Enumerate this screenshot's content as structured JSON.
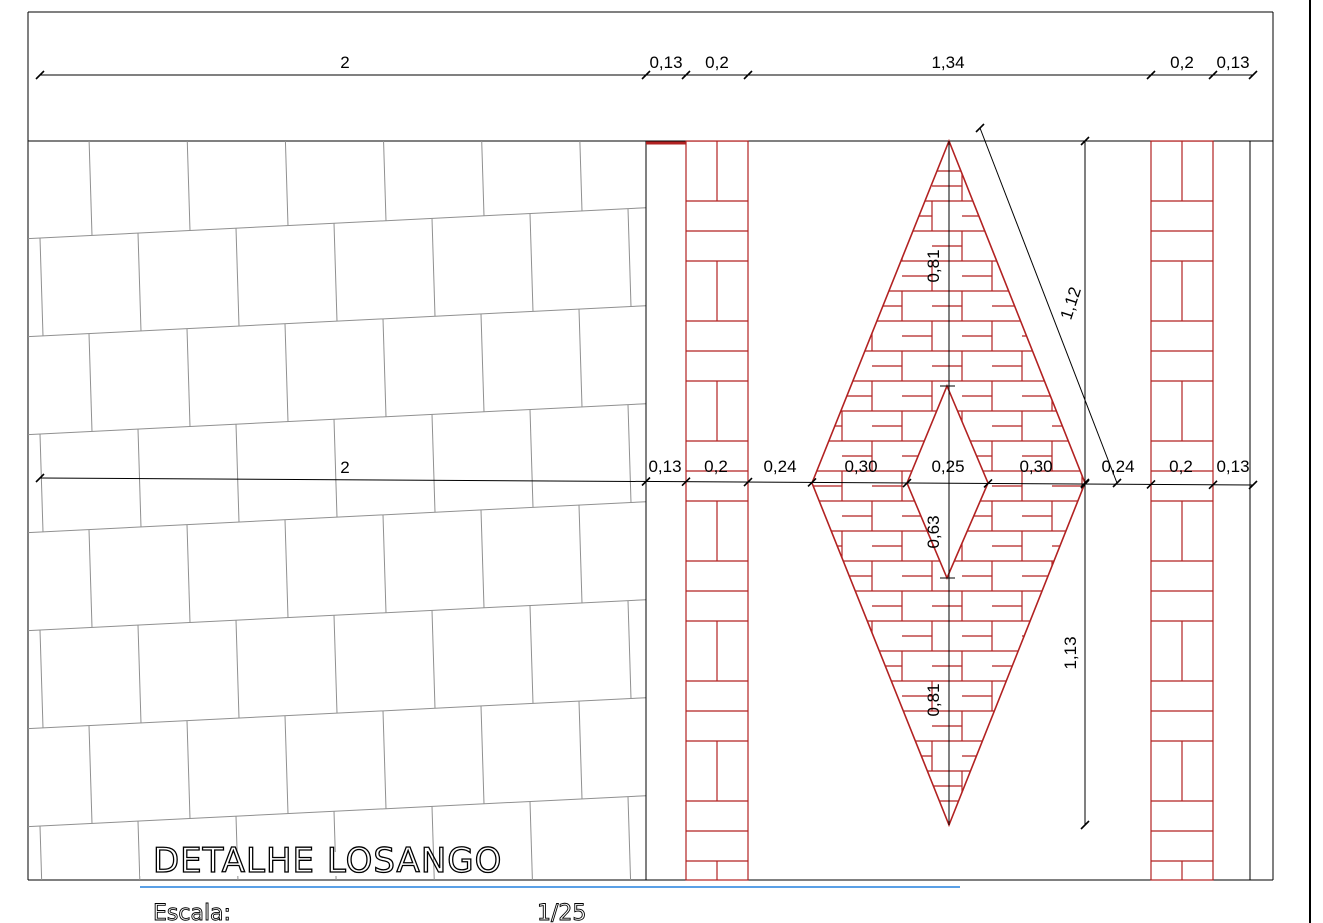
{
  "drawing": {
    "title": "DETALHE LOSANGO",
    "scale_label": "Escala:",
    "scale_value": "1/25",
    "colors": {
      "brick": "#b22222",
      "tile": "#909090",
      "line": "#000000",
      "accent_line": "#5aa0e6"
    }
  },
  "dimensions": {
    "top": [
      "2",
      "0,13",
      "0,2",
      "1,34",
      "0,2",
      "0,13"
    ],
    "middle": [
      "2",
      "0,13",
      "0,2",
      "0,24",
      "0,30",
      "0,25",
      "0,30",
      "0,24",
      "0,2",
      "0,13"
    ],
    "vertical": [
      "0,81",
      "0,63",
      "0,81",
      "1,13"
    ],
    "diagonal": [
      "1,12"
    ]
  }
}
